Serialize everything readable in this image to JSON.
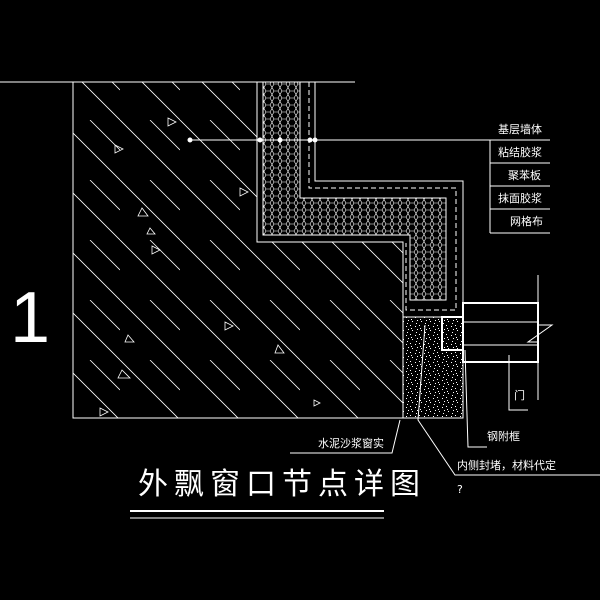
{
  "detail_number": "1",
  "title": "外飘窗口节点详图",
  "layer_labels": [
    "基层墙体",
    "粘结胶浆",
    "聚苯板",
    "抹面胶浆",
    "网格布"
  ],
  "callouts": {
    "mortar": "水泥沙浆窗实",
    "steel_frame": "钢附框",
    "inner_seal": "内侧封堵，材料代定",
    "question": "?",
    "door_mark": "门"
  },
  "colors": {
    "background": "#000000",
    "lines": "#ffffff"
  }
}
